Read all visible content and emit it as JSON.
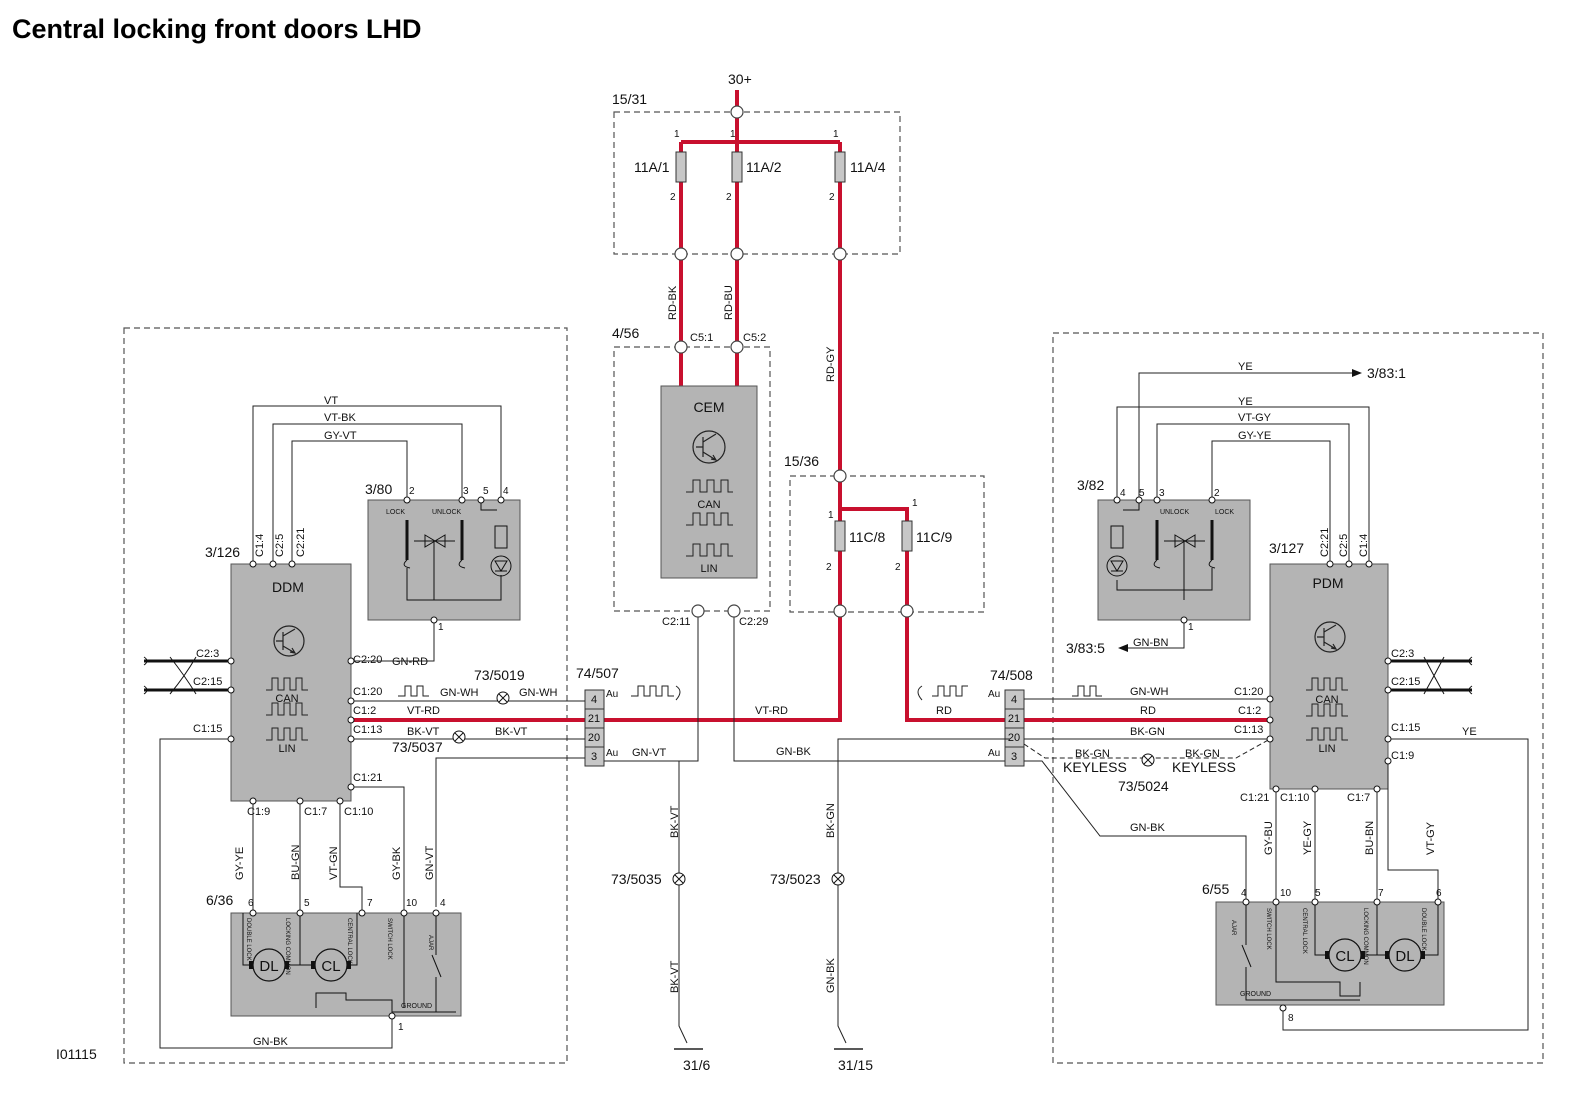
{
  "title": "Central locking front doors LHD",
  "figure_id": "I01115",
  "colors": {
    "power": "#c8102e",
    "module": "#b4b4b4",
    "line": "#222222"
  },
  "supply": {
    "b30": "30+",
    "fusebox_a": "15/31",
    "fuse_a1": "11A/1",
    "fuse_a2": "11A/2",
    "fuse_a4": "11A/4",
    "fusebox_c": "15/36",
    "fuse_c8": "11C/8",
    "fuse_c9": "11C/9",
    "pin_1": "1",
    "pin_2": "2"
  },
  "wires": {
    "rd_bk": "RD-BK",
    "rd_bu": "RD-BU",
    "rd_gy": "RD-GY",
    "vt_rd": "VT-RD",
    "rd": "RD",
    "gn_bk": "GN-BK",
    "bk_vt": "BK-VT",
    "gn_vt": "GN-VT",
    "gn_wh": "GN-WH",
    "bk_gn": "BK-GN",
    "gn_rd": "GN-RD",
    "vt": "VT",
    "vt_bk": "VT-BK",
    "gy_vt": "GY-VT",
    "ye": "YE",
    "vt_gy": "VT-GY",
    "gy_ye": "GY-YE",
    "gn_bn": "GN-BN",
    "bu_gn": "BU-GN",
    "vt_gn": "VT-GN",
    "gy_bk": "GY-BK",
    "gy_bu": "GY-BU",
    "ye_gy": "YE-GY",
    "bu_bn": "BU-BN",
    "keyless": "KEYLESS"
  },
  "cem": {
    "ref": "4/56",
    "name": "CEM",
    "can": "CAN",
    "lin": "LIN",
    "c5_1": "C5:1",
    "c5_2": "C5:2",
    "c2_11": "C2:11",
    "c2_29": "C2:29"
  },
  "ddm": {
    "ref": "3/126",
    "name": "DDM",
    "can": "CAN",
    "lin": "LIN",
    "pins": {
      "c1_4": "C1:4",
      "c2_5": "C2:5",
      "c2_21": "C2:21",
      "c2_3": "C2:3",
      "c2_15": "C2:15",
      "c2_20": "C2:20",
      "c1_20": "C1:20",
      "c1_2": "C1:2",
      "c1_13": "C1:13",
      "c1_15": "C1:15",
      "c1_21": "C1:21",
      "c1_9": "C1:9",
      "c1_7": "C1:7",
      "c1_10": "C1:10"
    }
  },
  "pdm": {
    "ref": "3/127",
    "name": "PDM",
    "can": "CAN",
    "lin": "LIN",
    "pins": {
      "c2_21": "C2:21",
      "c2_5": "C2:5",
      "c1_4": "C1:4",
      "c2_3": "C2:3",
      "c2_15": "C2:15",
      "c1_20": "C1:20",
      "c1_2": "C1:2",
      "c1_13": "C1:13",
      "c1_15": "C1:15",
      "c1_9": "C1:9",
      "c1_21": "C1:21",
      "c1_10": "C1:10",
      "c1_7": "C1:7"
    }
  },
  "switch_l": {
    "ref": "3/80",
    "lock": "LOCK",
    "unlock": "UNLOCK",
    "p2": "2",
    "p3": "3",
    "p5": "5",
    "p4": "4",
    "p1": "1"
  },
  "switch_r": {
    "ref": "3/82",
    "lock": "LOCK",
    "unlock": "UNLOCK",
    "p4": "4",
    "p5": "5",
    "p3": "3",
    "p2": "2",
    "p1": "1",
    "out_ye": "3/83:1",
    "out_gn": "3/83:5"
  },
  "lock_l": {
    "ref": "6/36",
    "double": "DOUBLE LOCK",
    "common": "LOCKING COMMON",
    "central": "CENTRAL LOCK",
    "switch": "SWITCH LOCK",
    "ajar": "AJAR",
    "ground": "GROUND",
    "dl": "DL",
    "cl": "CL",
    "p6": "6",
    "p5": "5",
    "p7": "7",
    "p10": "10",
    "p4": "4",
    "p1": "1"
  },
  "lock_r": {
    "ref": "6/55",
    "double": "DOUBLE LOCK",
    "common": "LOCKING COMMON",
    "central": "CENTRAL LOCK",
    "switch": "SWITCH LOCK",
    "ajar": "AJAR",
    "ground": "GROUND",
    "dl": "DL",
    "cl": "CL",
    "p4": "4",
    "p10": "10",
    "p5": "5",
    "p7": "7",
    "p6": "6",
    "p8": "8"
  },
  "connectors": {
    "c507": "74/507",
    "c508": "74/508",
    "p4": "4",
    "p21": "21",
    "p20": "20",
    "p3": "3",
    "au": "Au"
  },
  "splices": {
    "s5019": "73/5019",
    "s5037": "73/5037",
    "s5024": "73/5024",
    "s5035": "73/5035",
    "s5023": "73/5023"
  },
  "grounds": {
    "g6": "31/6",
    "g15": "31/15"
  }
}
